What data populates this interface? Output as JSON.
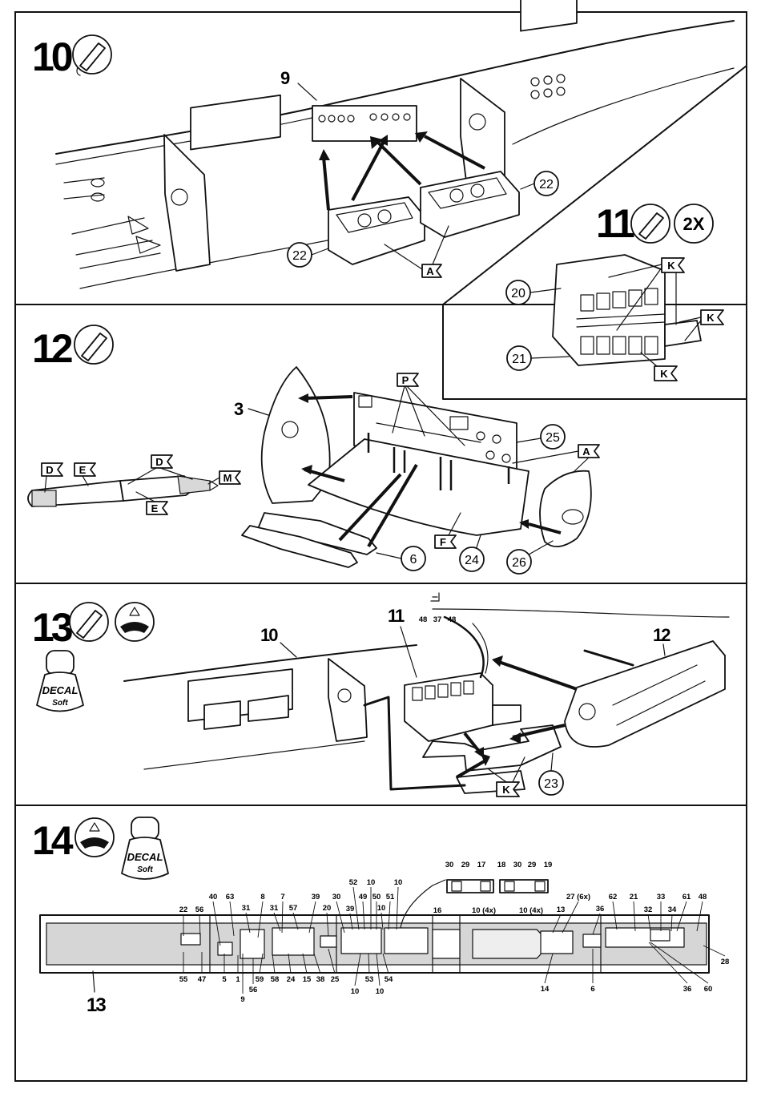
{
  "steps": [
    {
      "number": "10"
    },
    {
      "number": "11",
      "multiplier": "2X"
    },
    {
      "number": "12"
    },
    {
      "number": "13"
    },
    {
      "number": "14"
    }
  ],
  "decal_bottle": {
    "line1": "DECAL",
    "line2": "Soft"
  },
  "step10": {
    "assembly": "9",
    "parts": [
      "22",
      "22"
    ],
    "flags": [
      "A"
    ]
  },
  "step11": {
    "parts": [
      "20",
      "21"
    ],
    "flags": [
      "K",
      "K",
      "K"
    ]
  },
  "step12": {
    "assembly": "3",
    "parts": [
      "25",
      "24",
      "26",
      "6"
    ],
    "flags": [
      "P",
      "A",
      "F",
      "D",
      "E",
      "D",
      "E",
      "M"
    ]
  },
  "step13": {
    "assemblies": [
      "10",
      "11",
      "12"
    ],
    "parts": [
      "23"
    ],
    "small_labels": [
      "48",
      "37",
      "48"
    ],
    "flags": [
      "K"
    ]
  },
  "step14": {
    "assembly": "13",
    "callouts_top": [
      {
        "label": "22"
      },
      {
        "label": "56"
      },
      {
        "label": "40"
      },
      {
        "label": "63"
      },
      {
        "label": "8"
      },
      {
        "label": "31"
      },
      {
        "label": "7"
      },
      {
        "label": "31"
      },
      {
        "label": "57"
      },
      {
        "label": "39"
      },
      {
        "label": "30"
      },
      {
        "label": "20"
      },
      {
        "label": "39"
      },
      {
        "label": "52"
      },
      {
        "label": "49"
      },
      {
        "label": "10"
      },
      {
        "label": "50"
      },
      {
        "label": "10"
      },
      {
        "label": "51"
      },
      {
        "label": "10"
      },
      {
        "label": "13"
      },
      {
        "label": "27 (6x)"
      },
      {
        "label": "36"
      },
      {
        "label": "62"
      },
      {
        "label": "21"
      },
      {
        "label": "33"
      },
      {
        "label": "32"
      },
      {
        "label": "34"
      },
      {
        "label": "61"
      },
      {
        "label": "48"
      }
    ],
    "callouts_bottom": [
      {
        "label": "55"
      },
      {
        "label": "47"
      },
      {
        "label": "5"
      },
      {
        "label": "1"
      },
      {
        "label": "9"
      },
      {
        "label": "56"
      },
      {
        "label": "59"
      },
      {
        "label": "58"
      },
      {
        "label": "24"
      },
      {
        "label": "15"
      },
      {
        "label": "38"
      },
      {
        "label": "25"
      },
      {
        "label": "10"
      },
      {
        "label": "53"
      },
      {
        "label": "10"
      },
      {
        "label": "54"
      },
      {
        "label": "14"
      },
      {
        "label": "6"
      },
      {
        "label": "36"
      },
      {
        "label": "60"
      },
      {
        "label": "28"
      }
    ],
    "inset_left": {
      "labels": [
        "30",
        "29",
        "17"
      ],
      "left_label": "16",
      "bottom_label": "10 (4x)"
    },
    "inset_right": {
      "labels": [
        "18",
        "30",
        "29",
        "19"
      ],
      "bottom_label": "10 (4x)"
    }
  }
}
